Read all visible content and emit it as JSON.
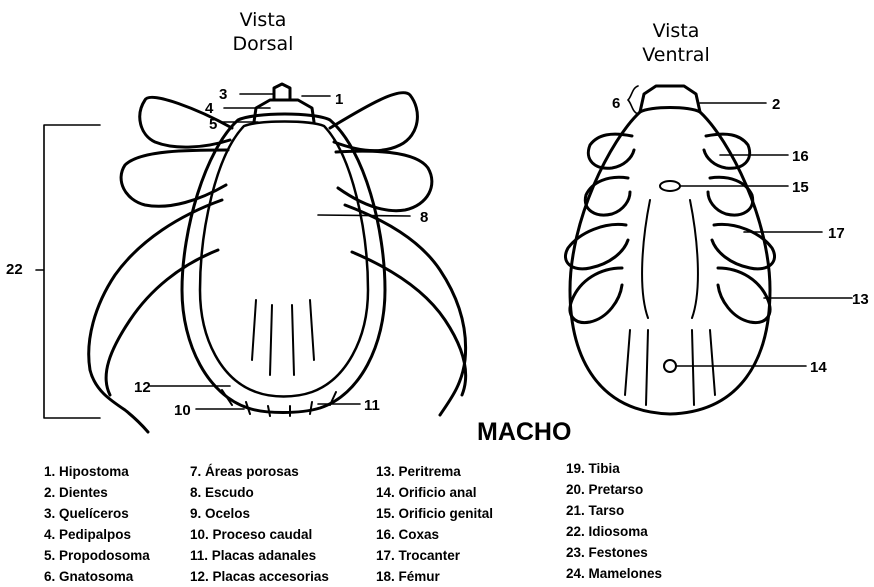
{
  "views": {
    "dorsal": {
      "line1": "Vista",
      "line2": "Dorsal"
    },
    "ventral": {
      "line1": "Vista",
      "line2": "Ventral"
    }
  },
  "caption": "MACHO",
  "callouts": {
    "dorsal": [
      "1",
      "3",
      "4",
      "5",
      "8",
      "22",
      "12",
      "10",
      "11"
    ],
    "ventral": [
      "6",
      "2",
      "16",
      "15",
      "17",
      "13",
      "14"
    ]
  },
  "legend": {
    "col1": [
      "1. Hipostoma",
      "2. Dientes",
      "3. Quelíceros",
      "4. Pedipalpos",
      "5. Propodosoma",
      "6. Gnatosoma"
    ],
    "col2": [
      "7. Áreas porosas",
      "8. Escudo",
      "9. Ocelos",
      "10. Proceso caudal",
      "11. Placas adanales",
      "12. Placas accesorias"
    ],
    "col3": [
      "13. Peritrema",
      "14. Orificio anal",
      "15. Orificio genital",
      "16. Coxas",
      "17. Trocanter",
      "18. Fémur"
    ],
    "col4": [
      "19. Tibia",
      "20. Pretarso",
      "21. Tarso",
      "22. Idiosoma",
      "23. Festones",
      "24. Mamelones"
    ]
  }
}
